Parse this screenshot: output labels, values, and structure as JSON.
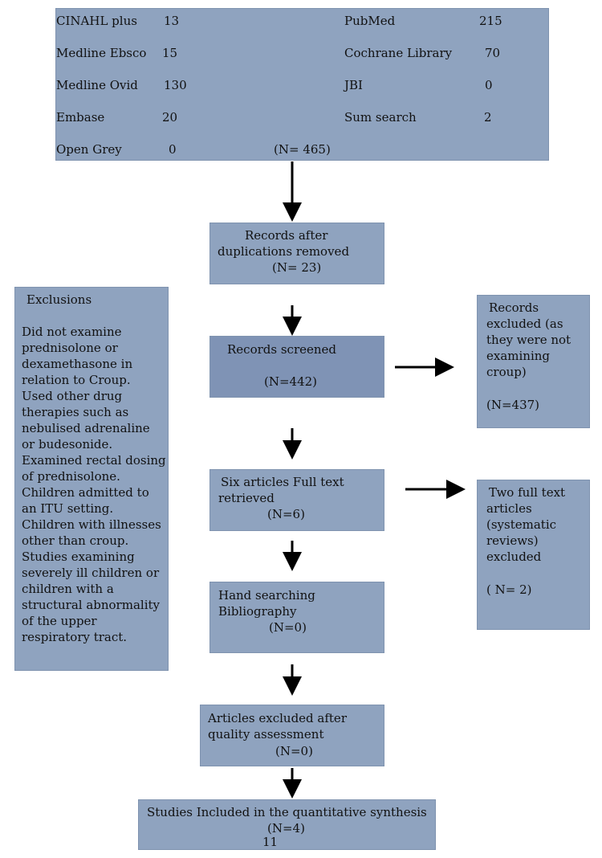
{
  "sources": {
    "left": [
      {
        "name": "CINAHL plus",
        "count": "13"
      },
      {
        "name": "Medline Ebsco",
        "count": "15"
      },
      {
        "name": "Medline Ovid",
        "count": "130"
      },
      {
        "name": "Embase",
        "count": "20"
      },
      {
        "name": "Open Grey",
        "count": "0"
      }
    ],
    "right": [
      {
        "name": "PubMed",
        "count": "215"
      },
      {
        "name": "Cochrane Library",
        "count": "70"
      },
      {
        "name": "JBI",
        "count": "0"
      },
      {
        "name": "Sum search",
        "count": "2"
      }
    ],
    "total": "(N= 465)"
  },
  "dedup": {
    "line1": "Records after",
    "line2": "duplications removed",
    "count": "(N= 23)"
  },
  "screened": {
    "title": "Records screened",
    "count": "(N=442)"
  },
  "excluded_records": {
    "line1": "Records",
    "line2": "excluded (as",
    "line3": "they were not",
    "line4": "examining",
    "line5": "croup)",
    "count": "(N=437)"
  },
  "exclusions": {
    "title": "Exclusions",
    "body": "Did not examine\nprednisolone or\ndexamethasone in\nrelation to Croup.\nUsed other drug\ntherapies such as\nnebulised adrenaline\nor budesonide.\nExamined rectal dosing\nof prednisolone.\nChildren admitted to\nan ITU setting.\nChildren with illnesses\nother than croup.\nStudies examining\nseverely ill children or\nchildren with a\nstructural abnormality\nof the upper\nrespiratory tract."
  },
  "fulltext": {
    "line1": "Six articles   Full text",
    "line2": "retrieved",
    "count": "(N=6)"
  },
  "excluded_fulltext": {
    "line1": "Two full text",
    "line2": "articles",
    "line3": "(systematic",
    "line4": "reviews)",
    "line5": "excluded",
    "count": "( N= 2)"
  },
  "hand_search": {
    "line1": "Hand searching",
    "line2": "Bibliography",
    "count": "(N=0)"
  },
  "quality": {
    "line1": "Articles excluded after",
    "line2": "quality assessment",
    "count": "(N=0)"
  },
  "included": {
    "title": "Studies Included in the quantitative synthesis",
    "count": "(N=4)"
  },
  "page_number": "11"
}
